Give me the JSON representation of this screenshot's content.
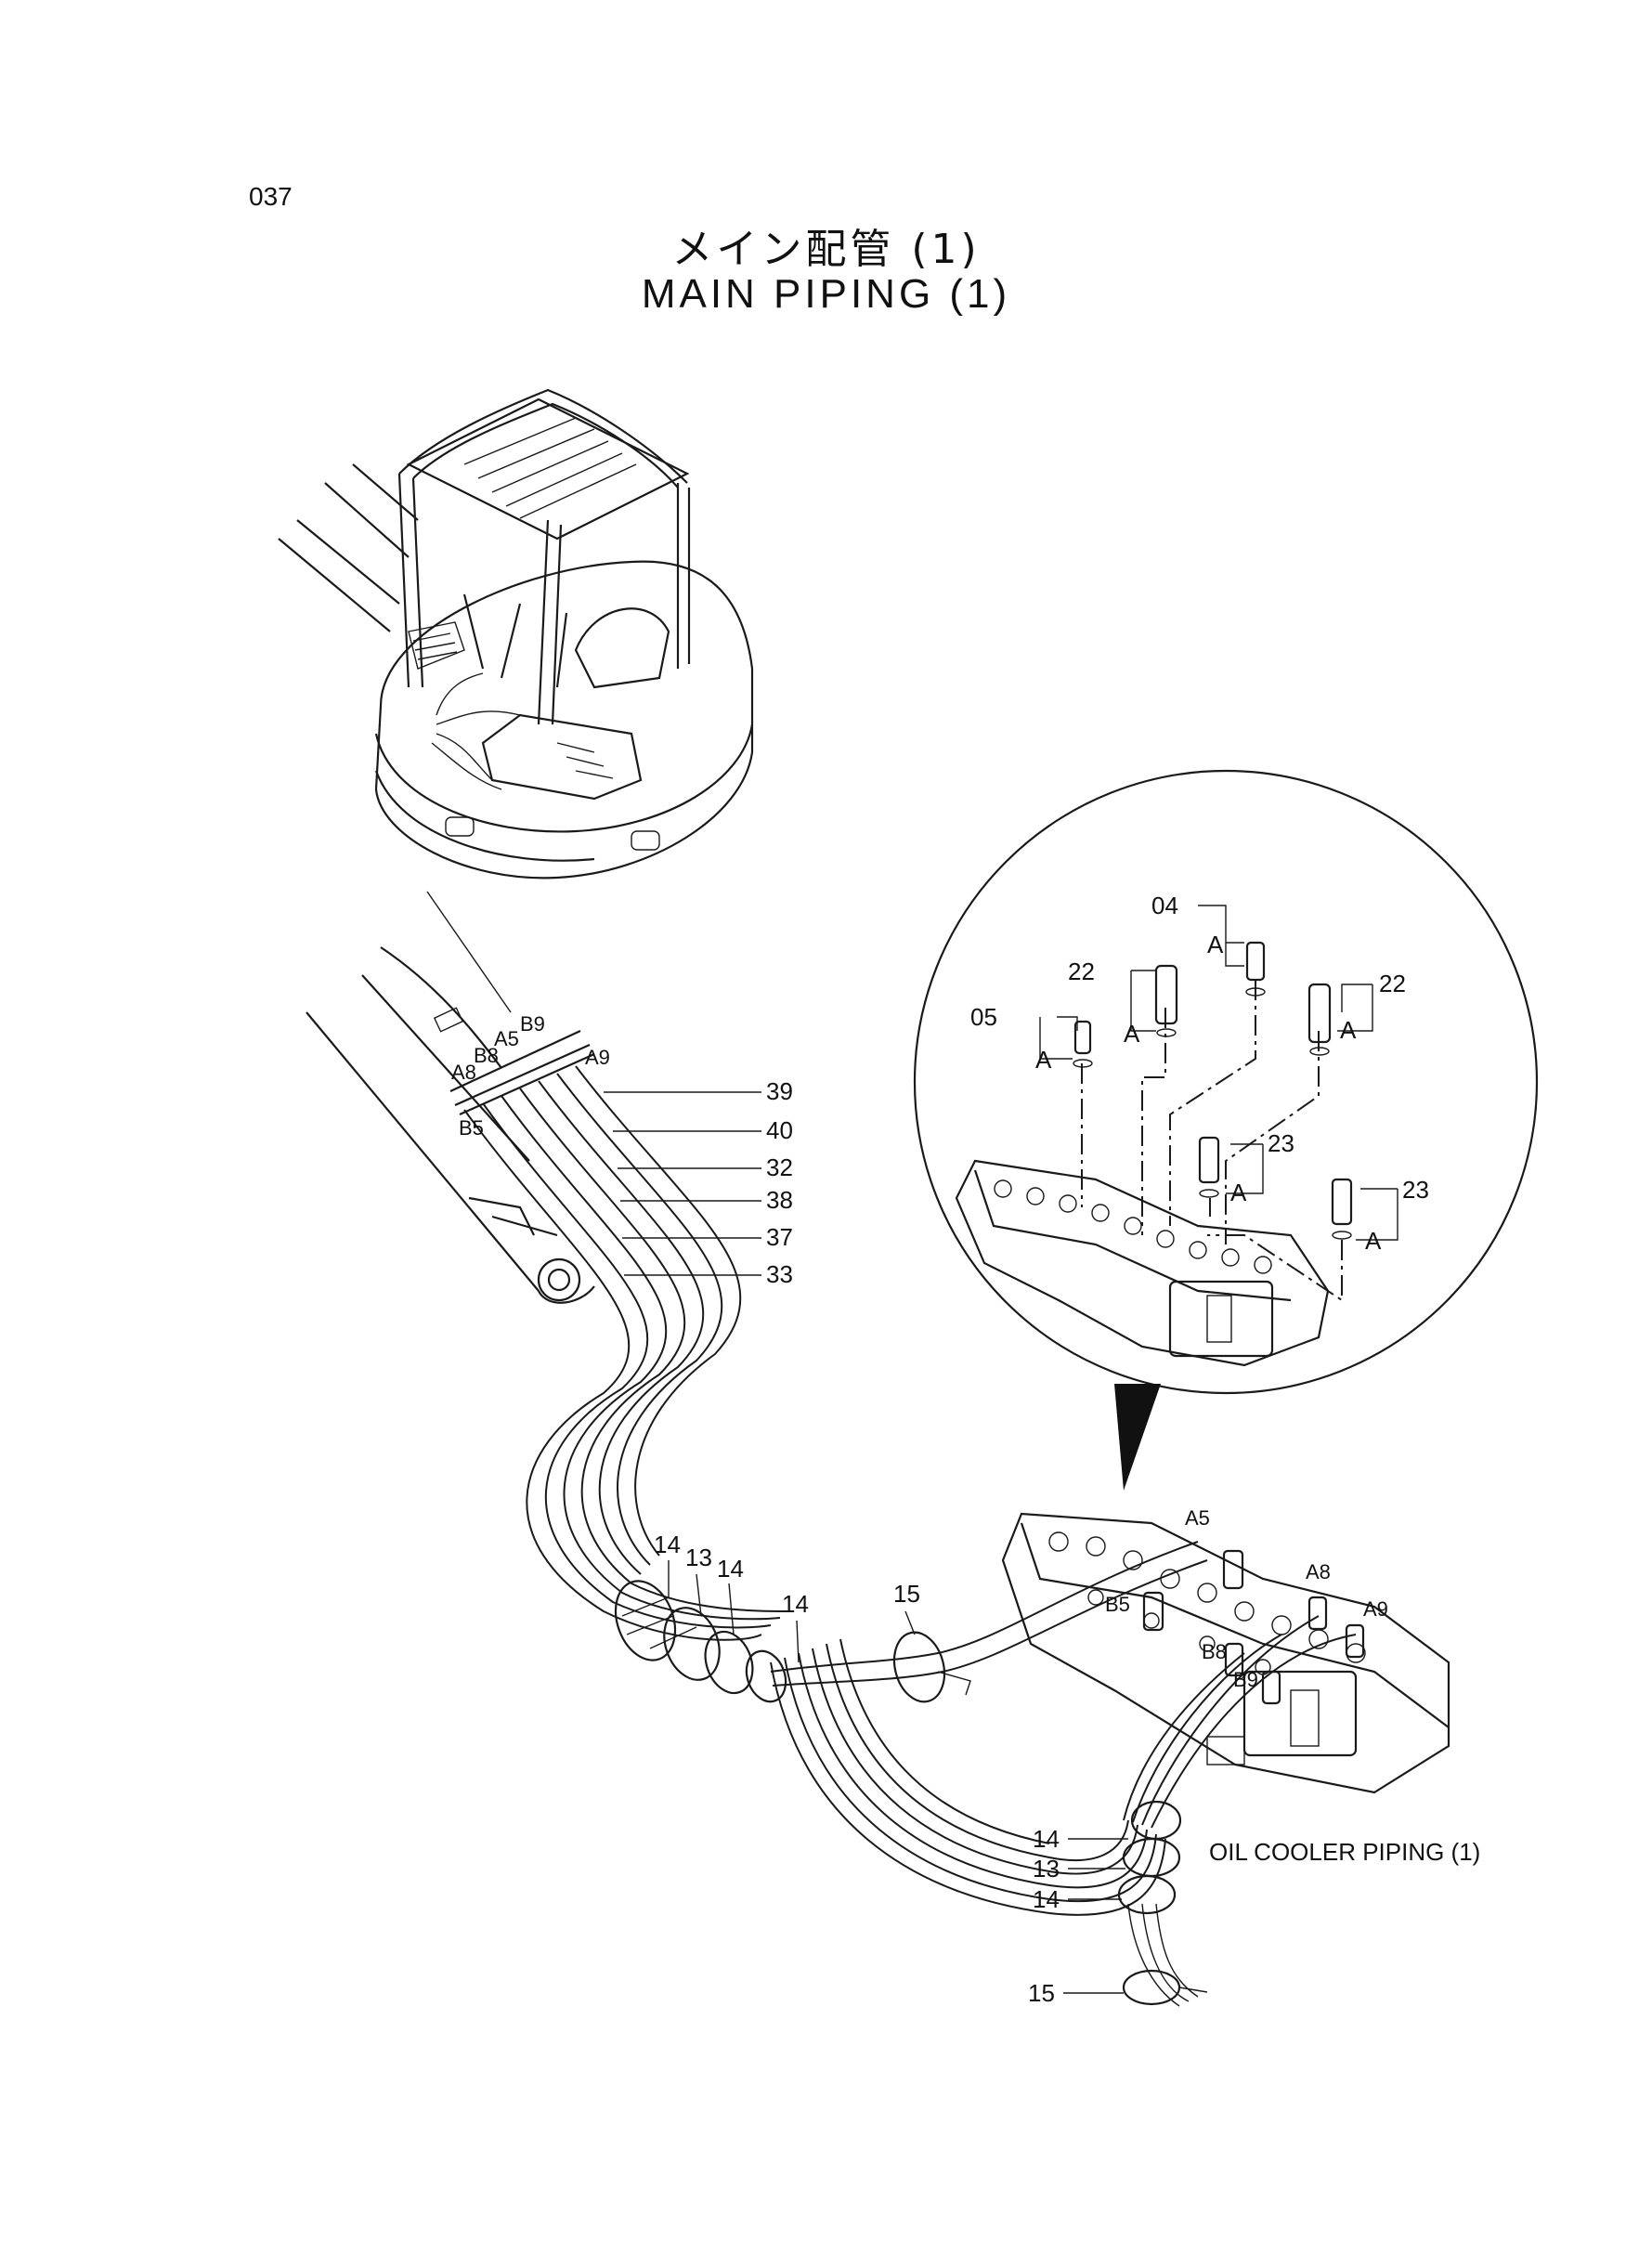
{
  "page_number": "037",
  "title_jp": "メイン配管 (1)",
  "title_en": "MAIN PIPING (1)",
  "note_oil_cooler": "OIL COOLER PIPING (1)",
  "port_labels": {
    "a5_top": "A5",
    "b9_top": "B9",
    "b8_top": "B8",
    "a8_top": "A8",
    "a9_top": "A9",
    "b5_top": "B5",
    "a5_valve": "A5",
    "a8_valve": "A8",
    "a9_valve": "A9",
    "b5_valve": "B5",
    "b8_valve": "B8",
    "b9_valve": "B9"
  },
  "callouts": {
    "p39": "39",
    "p40": "40",
    "p32": "32",
    "p38": "38",
    "p37": "37",
    "p33": "33",
    "p14a": "14",
    "p13a": "13",
    "p14b": "14",
    "p14c": "14",
    "p15a": "15",
    "p14d": "14",
    "p13b": "13",
    "p14e": "14",
    "p15b": "15"
  },
  "detail_labels": {
    "p04": "04",
    "p22a": "22",
    "p22b": "22",
    "p05": "05",
    "p23a": "23",
    "p23b": "23",
    "a1": "A",
    "a2": "A",
    "a3": "A",
    "a4": "A",
    "a5": "A",
    "a6": "A"
  }
}
